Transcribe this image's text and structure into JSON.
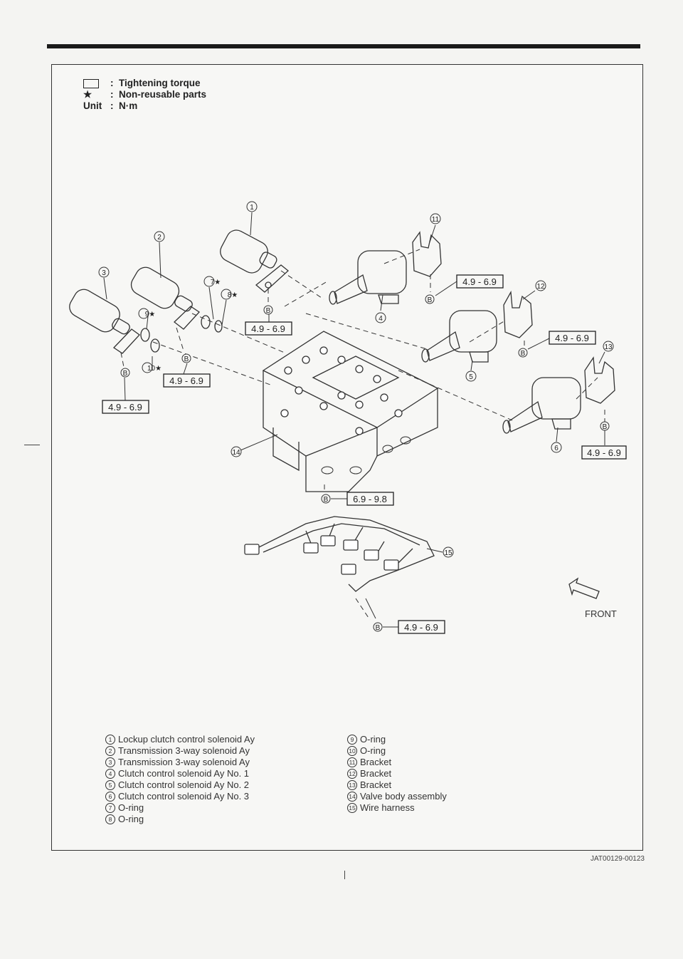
{
  "legend": {
    "torque_sym": "",
    "torque_text": "Tightening torque",
    "star_sym": "★",
    "star_text": "Non-reusable parts",
    "unit_key": "Unit",
    "unit_text": "N·m",
    "colon": ":"
  },
  "torque_values": {
    "t1": "4.9 - 6.9",
    "t2": "4.9 - 6.9",
    "t3": "4.9 - 6.9",
    "t4": "4.9 - 6.9",
    "t5": "4.9 - 6.9",
    "t6": "4.9 - 6.9",
    "t7": "6.9 - 9.8",
    "t8": "4.9 - 6.9"
  },
  "callouts": {
    "c1": "1",
    "c2": "2",
    "c3": "3",
    "c4": "4",
    "c5": "5",
    "c6": "6",
    "c7": "7★",
    "c8": "8★",
    "c9": "9★",
    "c10": "10★",
    "c11": "11",
    "c12": "12",
    "c13": "13",
    "c14": "14",
    "c15": "15",
    "bolt": "B"
  },
  "front_label": "FRONT",
  "parts_left": [
    {
      "num": "1",
      "name": "Lockup clutch control solenoid Ay"
    },
    {
      "num": "2",
      "name": "Transmission 3-way solenoid Ay"
    },
    {
      "num": "3",
      "name": "Transmission 3-way solenoid Ay"
    },
    {
      "num": "4",
      "name": "Clutch control solenoid Ay No. 1"
    },
    {
      "num": "5",
      "name": "Clutch control solenoid Ay No. 2"
    },
    {
      "num": "6",
      "name": "Clutch control solenoid Ay No. 3"
    },
    {
      "num": "7",
      "name": "O-ring"
    },
    {
      "num": "8",
      "name": "O-ring"
    }
  ],
  "parts_right": [
    {
      "num": "9",
      "name": "O-ring"
    },
    {
      "num": "10",
      "name": "O-ring"
    },
    {
      "num": "11",
      "name": "Bracket"
    },
    {
      "num": "12",
      "name": "Bracket"
    },
    {
      "num": "13",
      "name": "Bracket"
    },
    {
      "num": "14",
      "name": "Valve body assembly"
    },
    {
      "num": "15",
      "name": "Wire harness"
    }
  ],
  "figure_code": "JAT00129-00123"
}
